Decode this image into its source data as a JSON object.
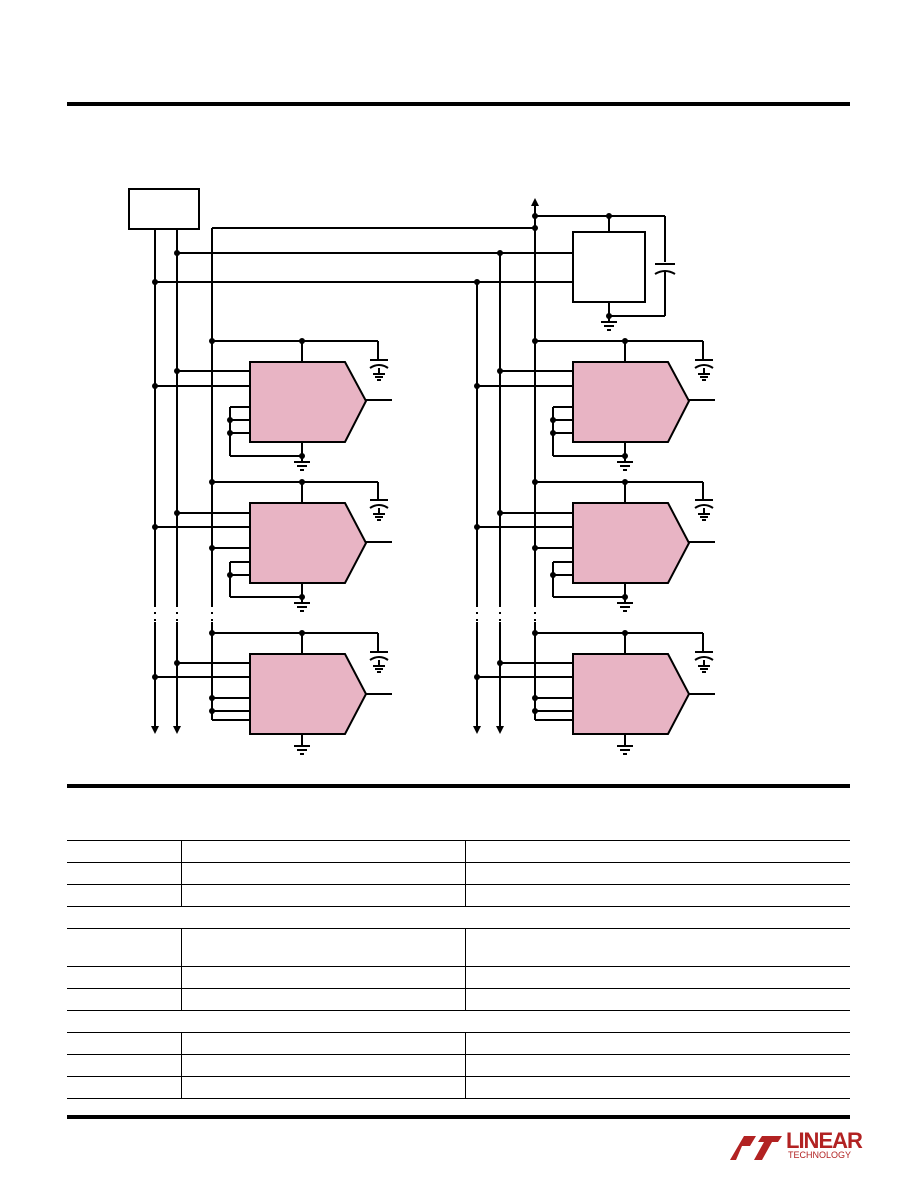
{
  "page": {
    "schematic_fill": "#e8b4c4",
    "rule_color": "#000000"
  },
  "table": {
    "groups": [
      {
        "rows": 3
      },
      {
        "rows": 3
      },
      {
        "rows": 3
      }
    ]
  },
  "logo": {
    "text": "LINEAR",
    "subtext": "TECHNOLOGY",
    "color": "#b22222"
  }
}
